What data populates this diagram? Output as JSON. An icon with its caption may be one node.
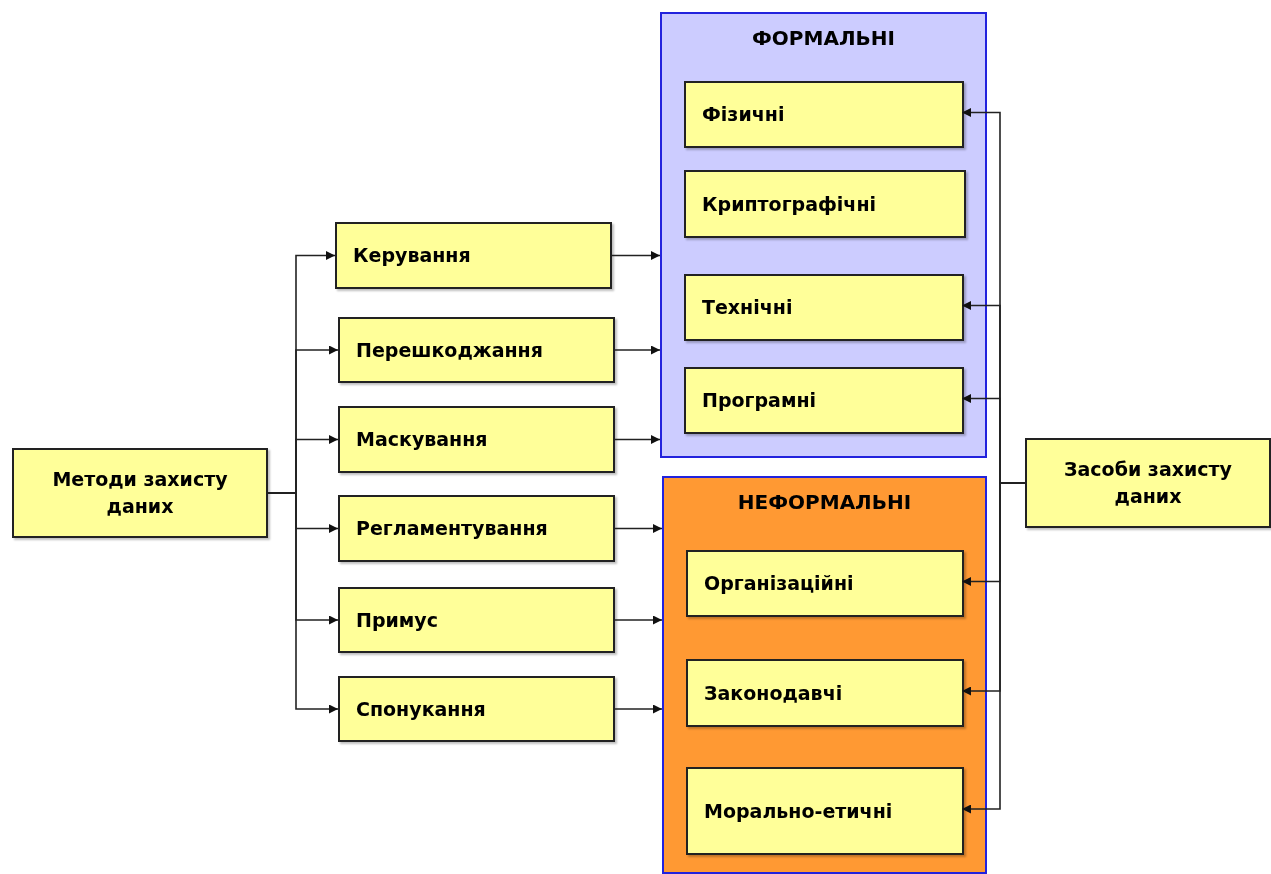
{
  "diagram": {
    "nodes": [
      {
        "text": [
          "Методи захисту даних"
        ]
      },
      {
        "text": [
          "Керування"
        ]
      },
      {
        "text": [
          "Перешкоджання"
        ]
      },
      {
        "text": [
          "Маскування"
        ]
      },
      {
        "text": [
          "Регламентування"
        ]
      },
      {
        "text": [
          "Примус"
        ]
      },
      {
        "text": [
          "Спонукання"
        ]
      },
      {
        "text": [
          "ФОРМАЛЬНІ"
        ]
      },
      {
        "text": [
          "Фізичні"
        ],
        "in": 7
      },
      {
        "text": [
          "Криптографічні"
        ],
        "in": 7
      },
      {
        "text": [
          "Технічні"
        ],
        "in": 7
      },
      {
        "text": [
          "Програмні"
        ],
        "in": 7
      },
      {
        "text": [
          "НЕФОРМАЛЬНІ"
        ]
      },
      {
        "text": [
          "Організаційні"
        ],
        "in": 12
      },
      {
        "text": [
          "Законодавчі"
        ],
        "in": 12
      },
      {
        "text": [
          "Морально-етичні"
        ],
        "in": 12
      },
      {
        "text": [
          "Засоби захисту даних"
        ]
      }
    ],
    "edges": [
      {
        "from": 0,
        "to": 1,
        "arrow": "to"
      },
      {
        "from": 0,
        "to": 2,
        "arrow": "to"
      },
      {
        "from": 0,
        "to": 3,
        "arrow": "to"
      },
      {
        "from": 0,
        "to": 4,
        "arrow": "to"
      },
      {
        "from": 0,
        "to": 5,
        "arrow": "to"
      },
      {
        "from": 0,
        "to": 6,
        "arrow": "to"
      },
      {
        "from": 1,
        "to": 7,
        "arrow": "to"
      },
      {
        "from": 2,
        "to": 7,
        "arrow": "to"
      },
      {
        "from": 3,
        "to": 7,
        "arrow": "to"
      },
      {
        "from": 4,
        "to": 12,
        "arrow": "to"
      },
      {
        "from": 5,
        "to": 12,
        "arrow": "to"
      },
      {
        "from": 6,
        "to": 12,
        "arrow": "to"
      },
      {
        "from": 16,
        "to": 8,
        "arrow": "to"
      },
      {
        "from": 16,
        "to": 10,
        "arrow": "to"
      },
      {
        "from": 16,
        "to": 11,
        "arrow": "to"
      },
      {
        "from": 16,
        "to": 13,
        "arrow": "to"
      },
      {
        "from": 16,
        "to": 14,
        "arrow": "to"
      },
      {
        "from": 16,
        "to": 15,
        "arrow": "to"
      }
    ]
  }
}
